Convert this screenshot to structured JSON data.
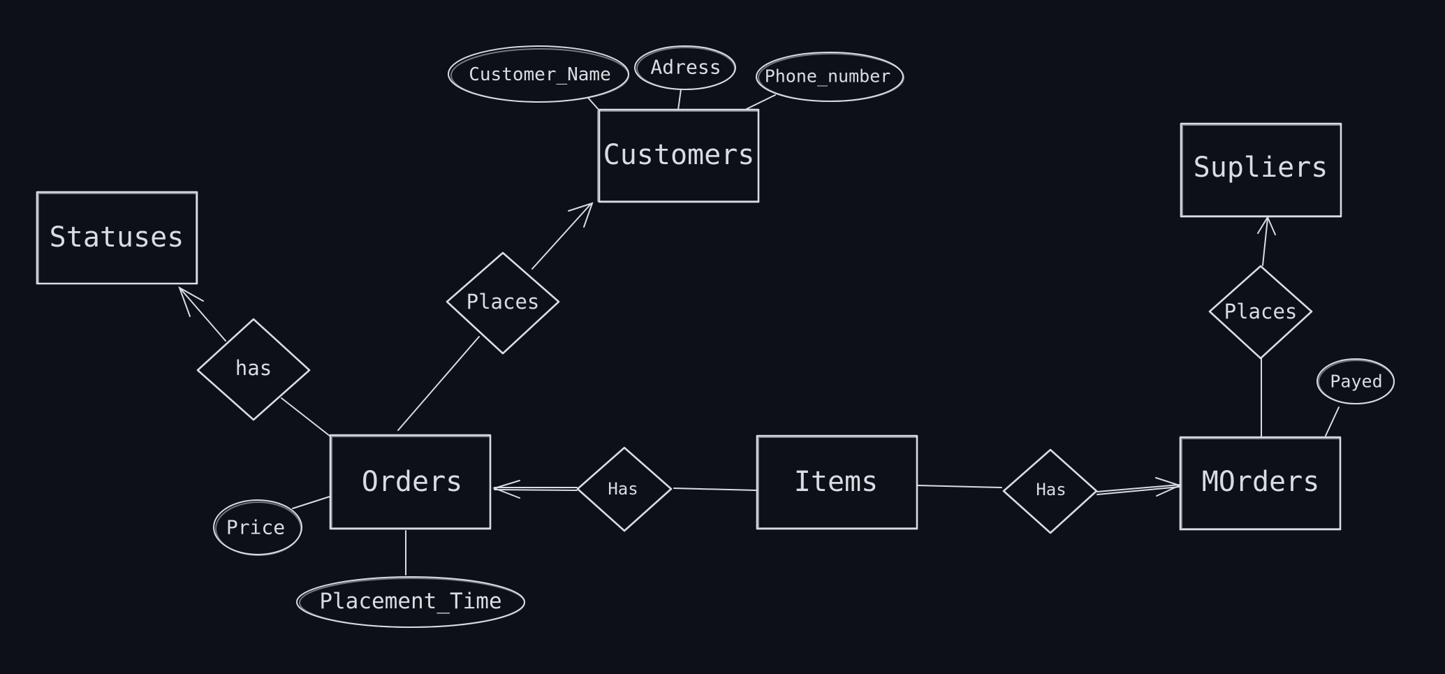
{
  "diagram": {
    "entities": {
      "customers": "Customers",
      "statuses": "Statuses",
      "orders": "Orders",
      "items": "Items",
      "morders": "MOrders",
      "supliers": "Supliers"
    },
    "relationships": {
      "places_customers": "Places",
      "has_statuses": "has",
      "has_items": "Has",
      "has_morders": "Has",
      "places_supliers": "Places"
    },
    "attributes": {
      "customer_name": "Customer_Name",
      "adress": "Adress",
      "phone_number": "Phone_number",
      "price": "Price",
      "placement_time": "Placement_Time",
      "payed": "Payed"
    },
    "colors": {
      "background": "#0d1017",
      "stroke": "#d9dde3"
    }
  }
}
